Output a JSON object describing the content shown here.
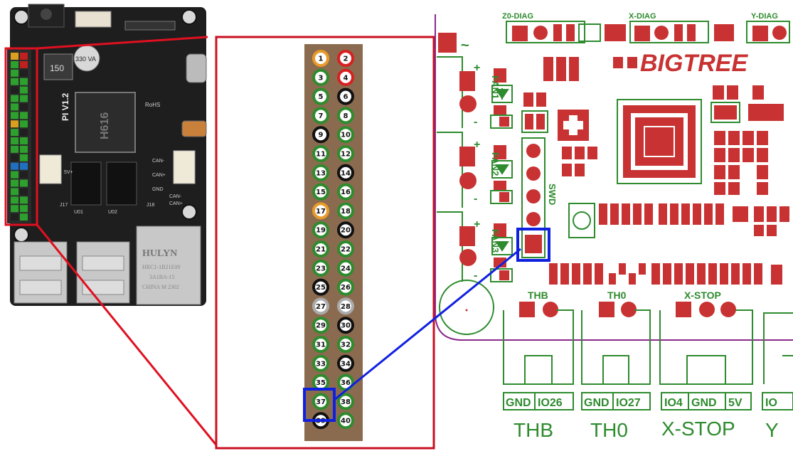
{
  "board": {
    "label": "PI V1.2",
    "chip": "H616",
    "ethernet_brand": "HULYN",
    "ethernet_model": "HRC1-1B21E09",
    "ethernet_rating": "3A1BA-15",
    "ethernet_date": "CHINA M 2302",
    "inductor_text": "150",
    "cap_text": "330 VA",
    "connector_labels": [
      "CAN-",
      "CAN+",
      "5V+",
      "GND",
      "CAN-",
      "CAN+"
    ],
    "rohs": "RoHS",
    "j_labels": [
      "J17",
      "U01",
      "U02",
      "J18"
    ]
  },
  "header": {
    "pins": [
      "1",
      "2",
      "3",
      "4",
      "5",
      "6",
      "7",
      "8",
      "9",
      "10",
      "11",
      "12",
      "13",
      "14",
      "15",
      "16",
      "17",
      "18",
      "19",
      "20",
      "21",
      "22",
      "23",
      "24",
      "25",
      "26",
      "27",
      "28",
      "29",
      "30",
      "31",
      "32",
      "33",
      "34",
      "35",
      "36",
      "37",
      "38",
      "39",
      "40"
    ],
    "highlighted_pin": "37"
  },
  "controller": {
    "brand": "BIGTREE",
    "top_labels": [
      "Z0-DIAG",
      "X-DIAG",
      "Y-DIAG"
    ],
    "fan_labels": [
      "FAN1",
      "FAN2",
      "FAN3"
    ],
    "swd_label": "SWD",
    "connector_top_labels": [
      "THB",
      "TH0",
      "X-STOP"
    ],
    "pin_labels": [
      "GND",
      "IO26",
      "GND",
      "IO27",
      "IO4",
      "GND",
      "5V",
      "IO"
    ],
    "bottom_labels": [
      "THB",
      "TH0",
      "X-STOP",
      "Y"
    ],
    "plus_sign": "+",
    "minus_sign": "-",
    "tilde": "~"
  },
  "colors": {
    "zoom_box": "#e01020",
    "callout_line": "#1020e0",
    "pcb_red": "#c83232",
    "pcb_green": "#2e8b2e",
    "header_brown": "#8b6b4f"
  }
}
